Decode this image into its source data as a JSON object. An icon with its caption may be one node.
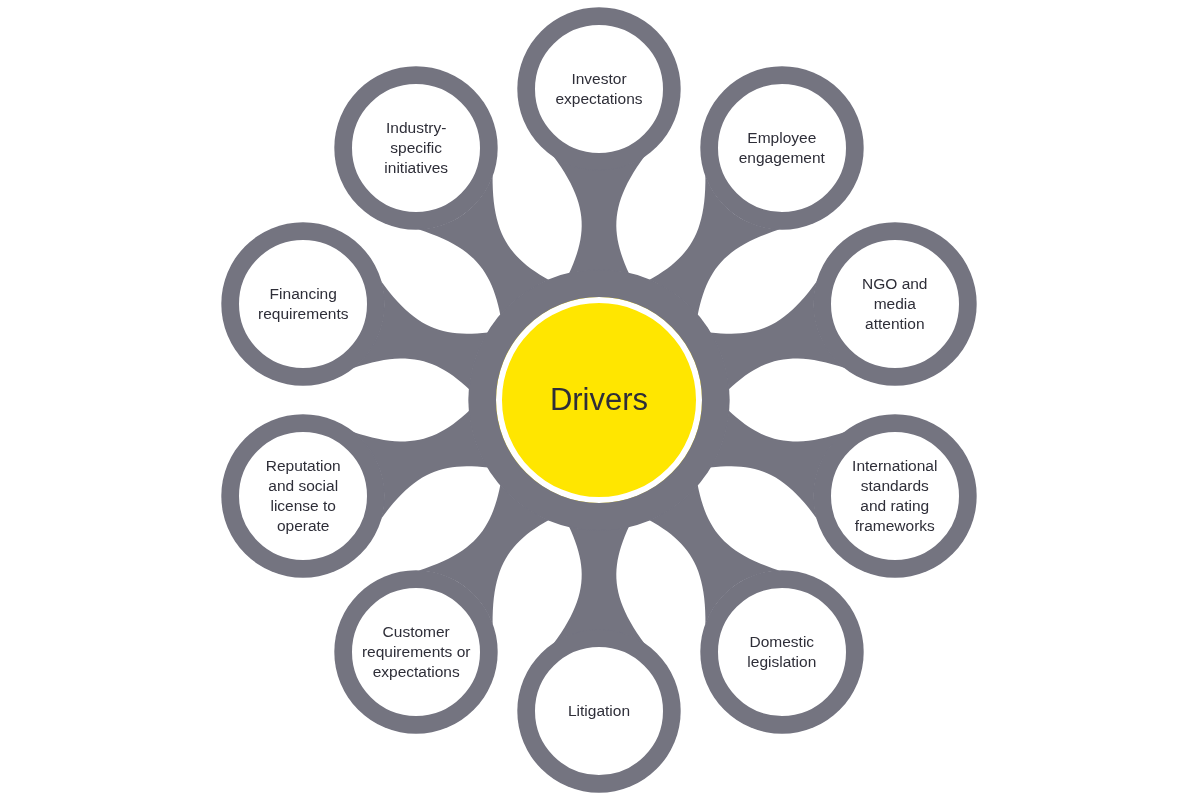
{
  "diagram": {
    "nodes": [
      {
        "text": [
          "Drivers"
        ]
      },
      {
        "text": [
          "Investor expectations"
        ]
      },
      {
        "text": [
          "Employee engagement"
        ]
      },
      {
        "text": [
          "NGO and media attention"
        ]
      },
      {
        "text": [
          "International standards and rating frameworks"
        ]
      },
      {
        "text": [
          "Domestic legislation"
        ]
      },
      {
        "text": [
          "Litigation"
        ]
      },
      {
        "text": [
          "Customer requirements or expectations"
        ]
      },
      {
        "text": [
          "Reputation and social license to operate"
        ]
      },
      {
        "text": [
          "Financing requirements"
        ]
      },
      {
        "text": [
          "Industry-specific initiatives"
        ]
      }
    ],
    "edges": [
      {
        "from": 0,
        "to": 1,
        "arrow": "none"
      },
      {
        "from": 0,
        "to": 2,
        "arrow": "none"
      },
      {
        "from": 0,
        "to": 3,
        "arrow": "none"
      },
      {
        "from": 0,
        "to": 4,
        "arrow": "none"
      },
      {
        "from": 0,
        "to": 5,
        "arrow": "none"
      },
      {
        "from": 0,
        "to": 6,
        "arrow": "none"
      },
      {
        "from": 0,
        "to": 7,
        "arrow": "none"
      },
      {
        "from": 0,
        "to": 8,
        "arrow": "none"
      },
      {
        "from": 0,
        "to": 9,
        "arrow": "none"
      },
      {
        "from": 0,
        "to": 10,
        "arrow": "none"
      }
    ]
  }
}
